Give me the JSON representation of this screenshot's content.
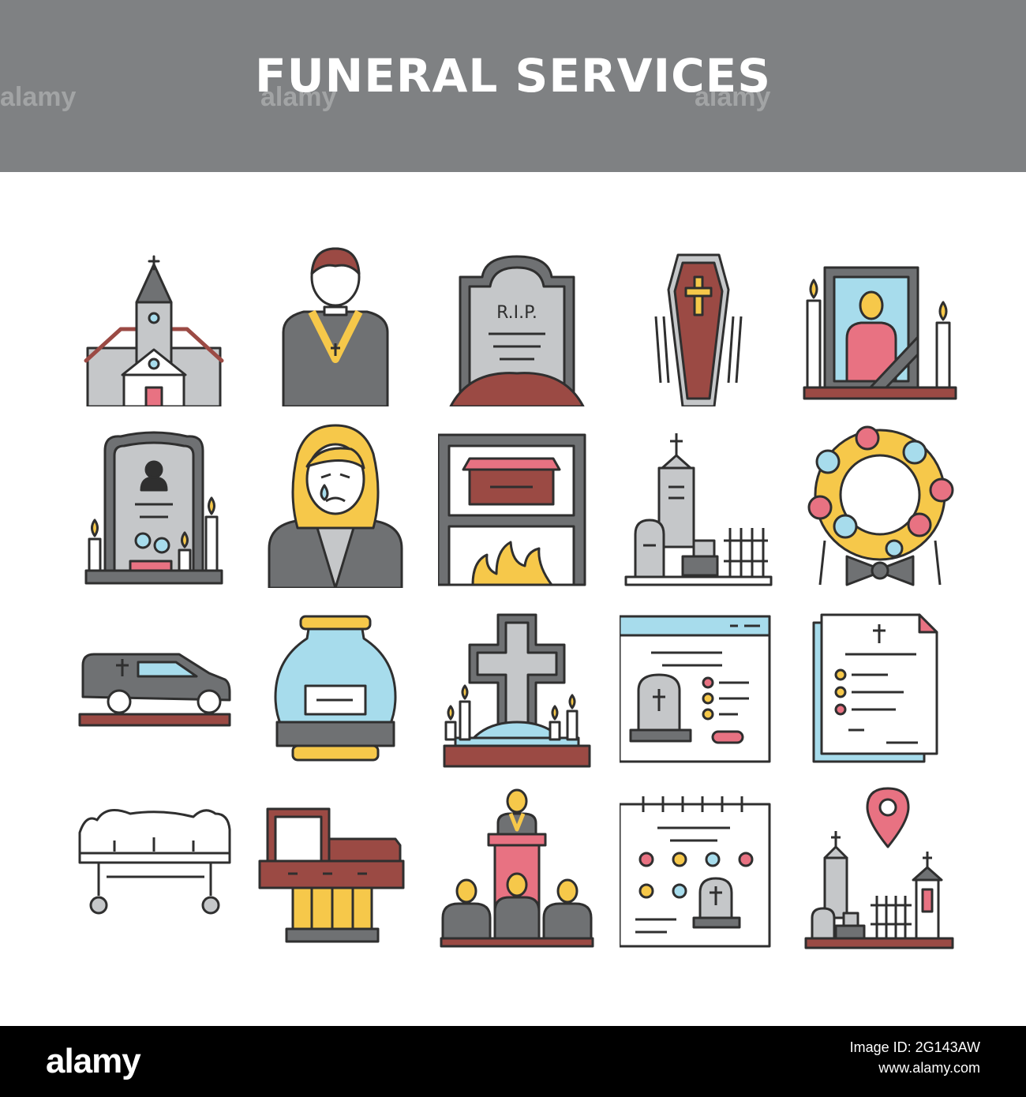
{
  "header": {
    "title": "FUNERAL SERVICES",
    "watermark": "alamy"
  },
  "colors": {
    "banner": "#7f8183",
    "outline": "#2f2f2f",
    "gray": "#c5c7c9",
    "dark_gray": "#6f7173",
    "brown": "#9b4a44",
    "yellow": "#f6c84a",
    "pink": "#e87282",
    "blue": "#a7dcec"
  },
  "icons": [
    "church-icon",
    "priest-icon",
    "rip-tombstone-icon",
    "coffin-icon",
    "memorial-portrait-icon",
    "grave-with-candles-icon",
    "crying-woman-icon",
    "crematorium-icon",
    "cemetery-icon",
    "funeral-wreath-icon",
    "hearse-icon",
    "urn-icon",
    "cross-grave-icon",
    "online-obituary-icon",
    "death-certificate-icon",
    "morgue-stretcher-icon",
    "casket-stand-icon",
    "funeral-speech-icon",
    "funeral-calendar-icon",
    "cemetery-location-icon"
  ],
  "footer": {
    "logo": "alamy",
    "image_id_line1": "Image ID: 2G143AW",
    "image_id_line2": "www.alamy.com"
  }
}
